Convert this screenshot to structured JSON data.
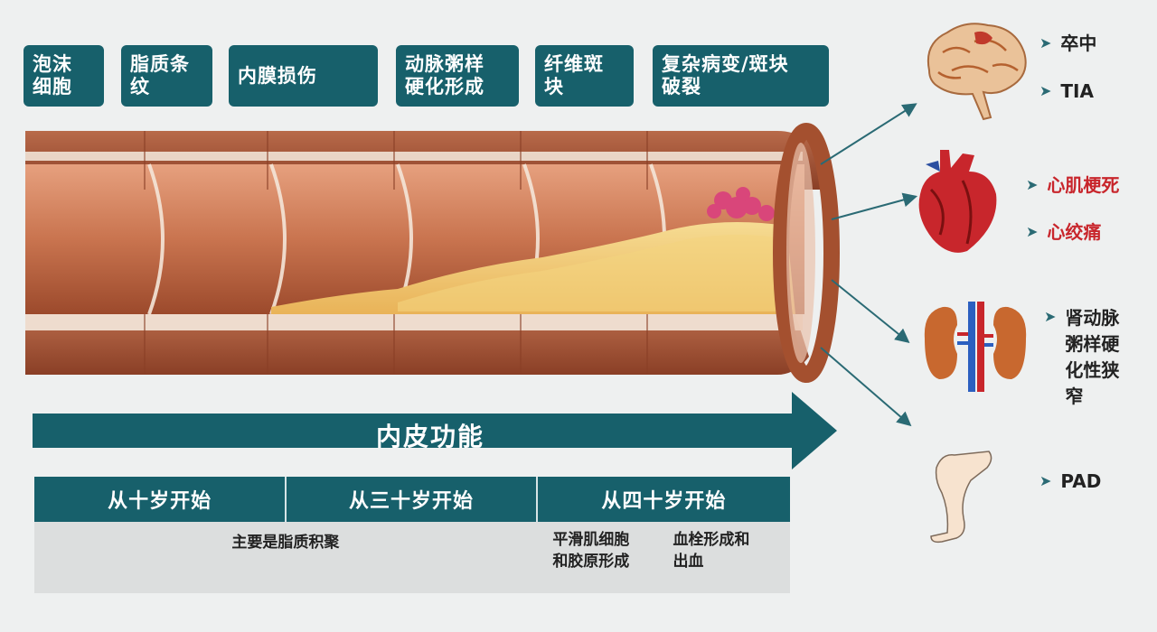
{
  "stages": [
    {
      "id": "foam",
      "label": "泡沫\n细胞"
    },
    {
      "id": "fatty",
      "label": "脂质条\n纹"
    },
    {
      "id": "intima",
      "label": "内膜损伤"
    },
    {
      "id": "athero",
      "label": "动脉粥样\n硬化形成"
    },
    {
      "id": "fibrous",
      "label": "纤维斑\n块"
    },
    {
      "id": "complex",
      "label": "复杂病变/斑块\n破裂"
    }
  ],
  "progress_arrow": {
    "label": "内皮功能"
  },
  "timeline": {
    "columns": [
      "从十岁开始",
      "从三十岁开始",
      "从四十岁开始"
    ],
    "row": {
      "left": "主要是脂质积聚",
      "right_a": "平滑肌细胞\n和胶原形成",
      "right_b": "血栓形成和\n出血"
    }
  },
  "outcomes": {
    "brain": [
      "卒中",
      "TIA"
    ],
    "heart": [
      "心肌梗死",
      "心绞痛"
    ],
    "kidney": "肾动脉\n粥样硬\n化性狭\n窄",
    "leg": "PAD"
  },
  "colors": {
    "teal": "#17606b",
    "artery": "#c9744f",
    "plaque": "#f0c774",
    "red": "#c8262c"
  }
}
